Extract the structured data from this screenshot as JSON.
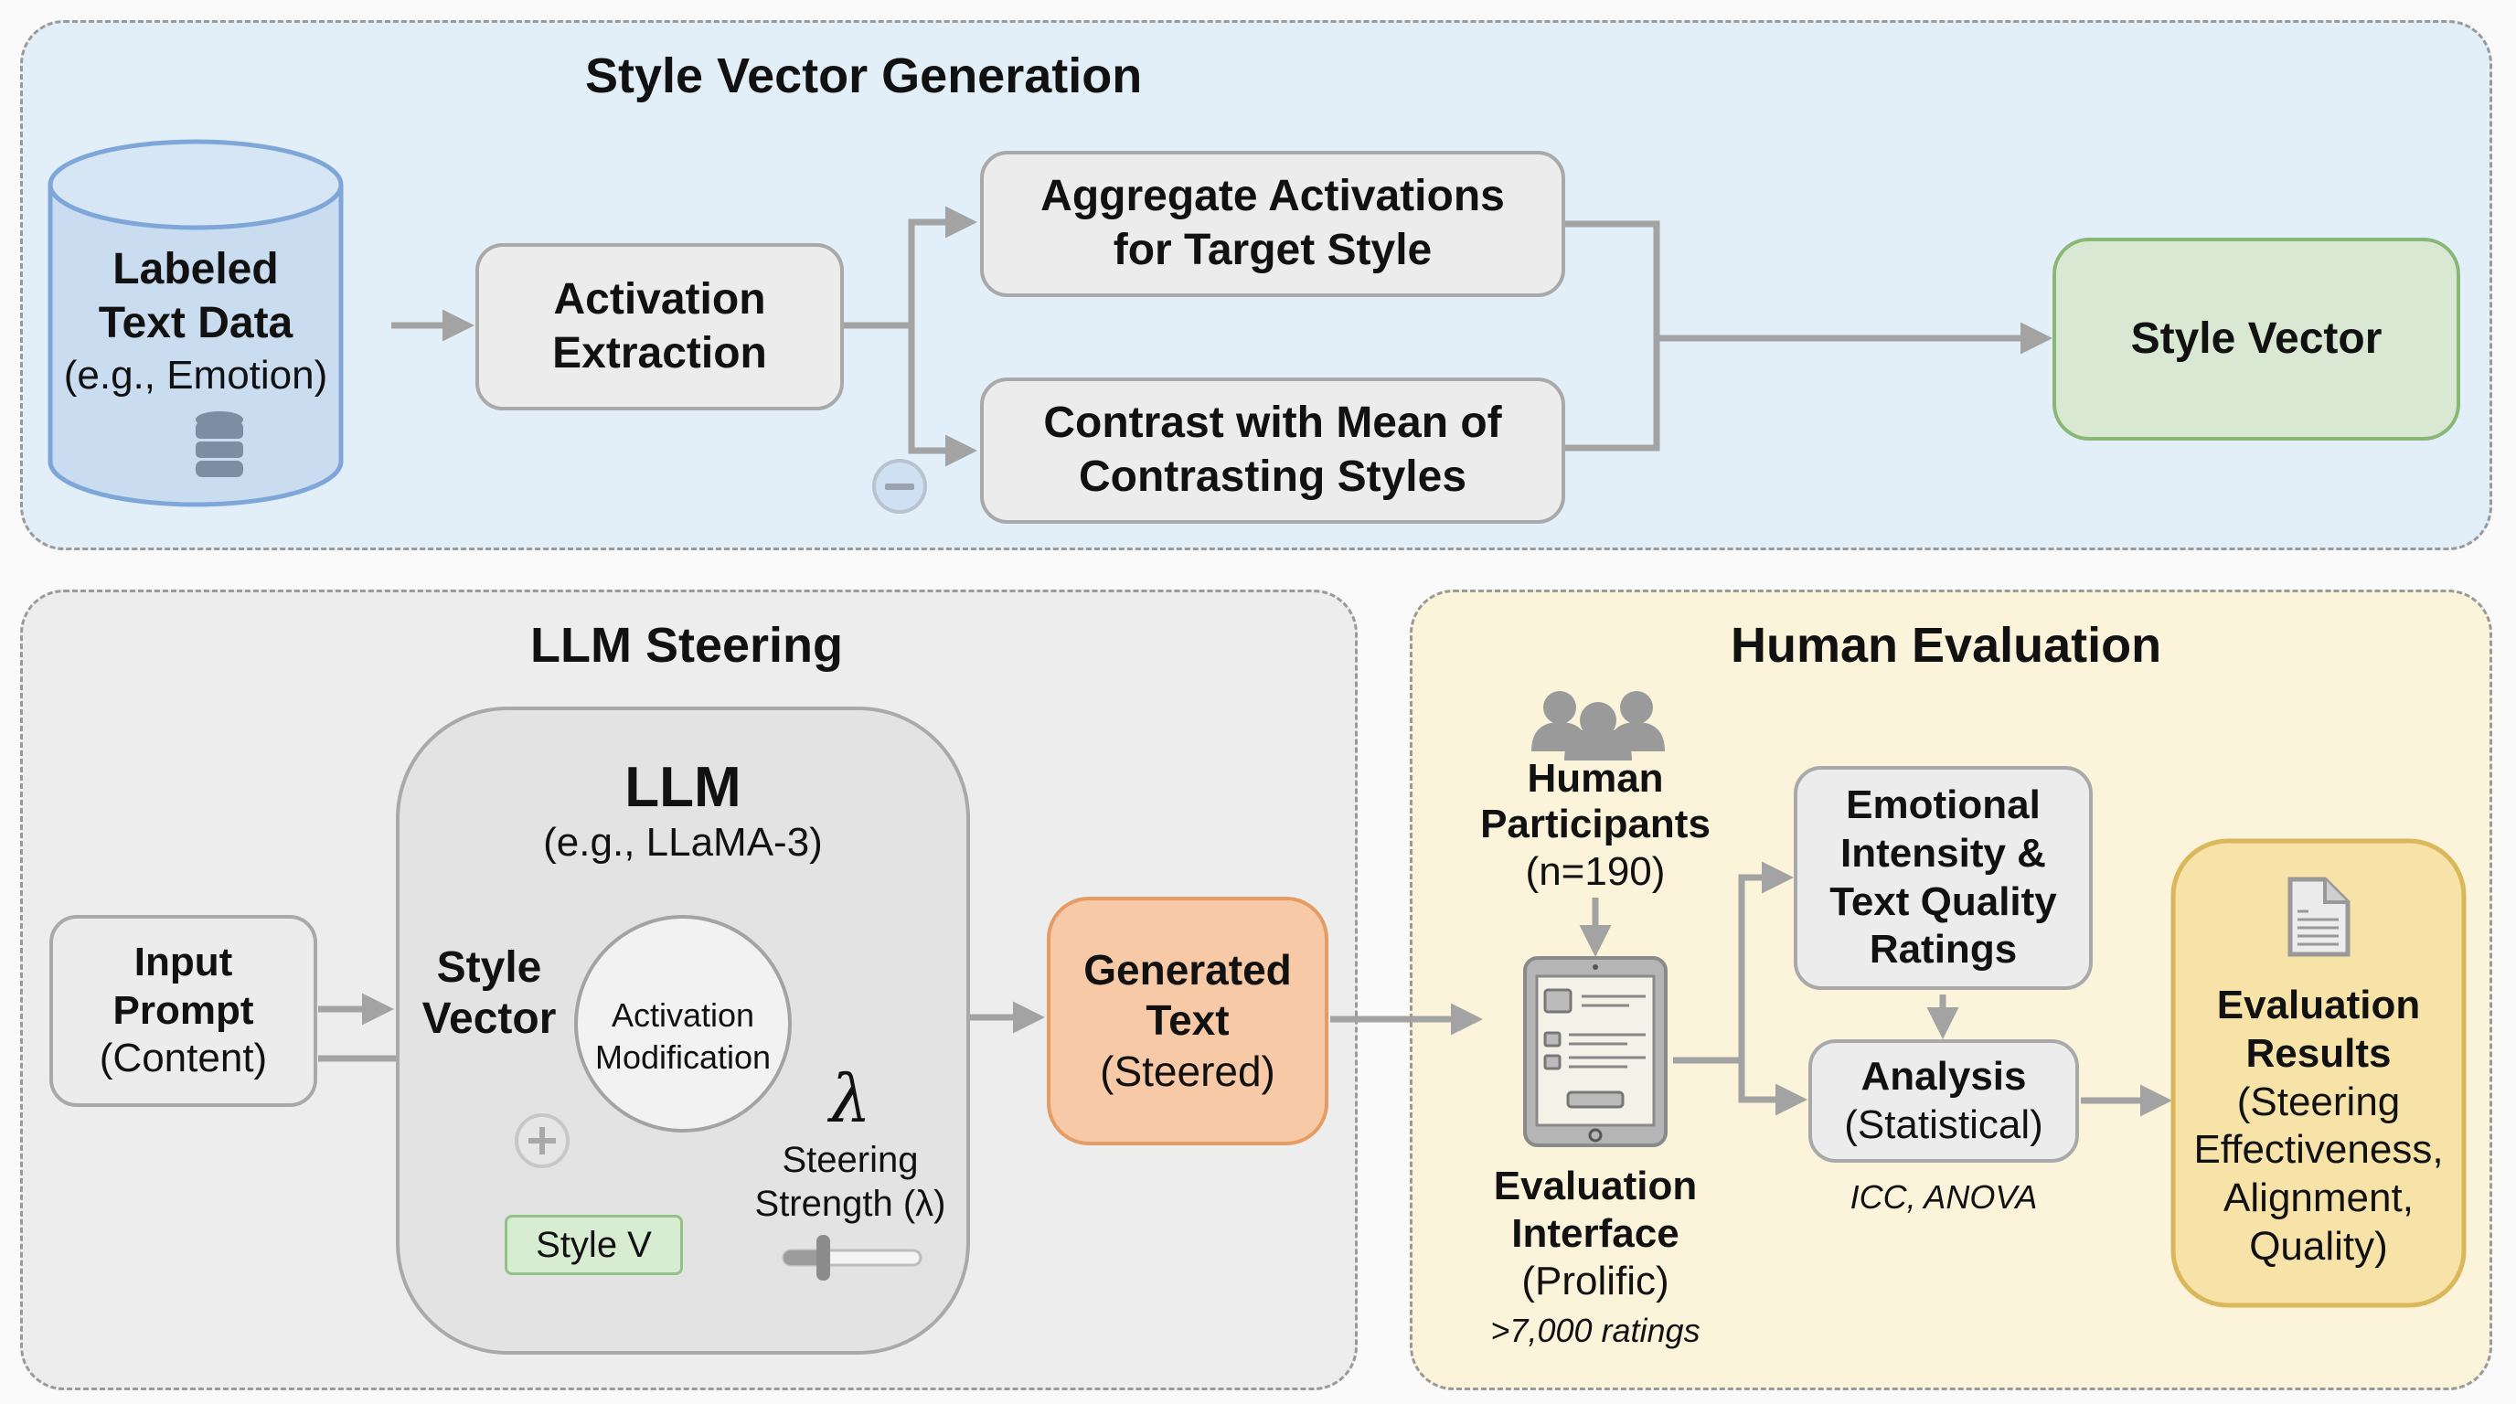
{
  "colors": {
    "top_panel_bg": "#e2eff9",
    "llm_panel_bg": "#ededed",
    "eval_panel_bg": "#fbf3da",
    "datastore_fill": "#c9dcf0",
    "datastore_stroke": "#7ea6d8",
    "style_vector_fill": "#d9e8d2",
    "style_vector_stroke": "#88b776",
    "generated_fill": "#f7c9a6",
    "generated_stroke": "#e59c64",
    "results_fill": "#f7e2a8",
    "results_stroke": "#d9b75a",
    "arrow": "#a3a3a3"
  },
  "style_vector_generation": {
    "title": "Style Vector Generation",
    "data_source": {
      "line1": "Labeled",
      "line2": "Text Data",
      "line3": "(e.g., Emotion)",
      "icon": "database-icon"
    },
    "activation_extraction": {
      "line1": "Activation",
      "line2": "Extraction"
    },
    "aggregate": {
      "line1": "Aggregate Activations",
      "line2": "for Target Style"
    },
    "contrast": {
      "line1": "Contrast with Mean of",
      "line2": "Contrasting Styles"
    },
    "minus_symbol": "−",
    "output": {
      "label": "Style Vector"
    }
  },
  "llm_steering": {
    "title": "LLM Steering",
    "input_prompt": {
      "line1": "Input",
      "line2": "Prompt",
      "line3": "(Content)"
    },
    "llm": {
      "title": "LLM",
      "subtitle": "(e.g., LLaMA-3)"
    },
    "style_vector_label": {
      "line1": "Style",
      "line2": "Vector"
    },
    "activation_modification": {
      "line1": "Activation",
      "line2": "Modification"
    },
    "plus_symbol": "+",
    "style_v_chip": "Style V",
    "lambda_symbol": "λ",
    "steering_strength": {
      "line1": "Steering",
      "line2": "Strength (λ)"
    },
    "steering_strength_slider_value": 0.3,
    "generated_text": {
      "line1": "Generated",
      "line2": "Text",
      "line3": "(Steered)"
    }
  },
  "human_evaluation": {
    "title": "Human Evaluation",
    "participants": {
      "line1": "Human",
      "line2": "Participants",
      "line3": "(n=190)",
      "icon": "people-group-icon"
    },
    "interface": {
      "line1": "Evaluation",
      "line2": "Interface",
      "line3": "(Prolific)",
      "note": ">7,000 ratings",
      "icon": "tablet-icon"
    },
    "ratings": {
      "line1": "Emotional",
      "line2": "Intensity &",
      "line3": "Text Quality",
      "line4": "Ratings"
    },
    "analysis": {
      "line1": "Analysis",
      "line2": "(Statistical)",
      "note": "ICC, ANOVA"
    },
    "results": {
      "line1": "Evaluation",
      "line2": "Results",
      "line3": "(Steering",
      "line4": "Effectiveness,",
      "line5": "Alignment,",
      "line6": "Quality)",
      "icon": "document-icon"
    }
  }
}
